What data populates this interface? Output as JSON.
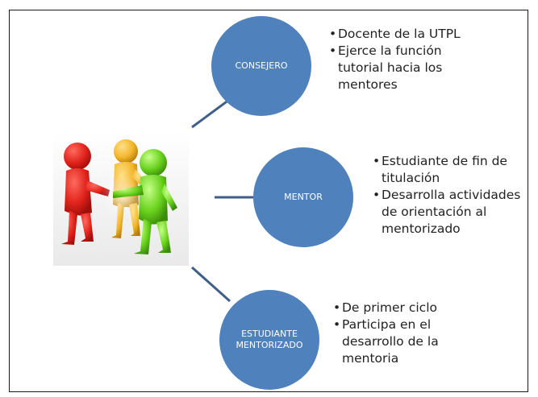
{
  "nodes": [
    {
      "label": "CONSEJERO",
      "bullets": [
        "Docente de la UTPL",
        "Ejerce la  función tutorial hacia los mentores"
      ]
    },
    {
      "label": "MENTOR",
      "bullets": [
        "Estudiante de fin de titulación",
        "Desarrolla actividades de orientación al mentorizado"
      ]
    },
    {
      "label": "ESTUDIANTE MENTORIZADO",
      "bullets": [
        "De primer ciclo",
        "Participa en el desarrollo de la mentoria"
      ]
    }
  ],
  "bullet_glyph": "•",
  "colors": {
    "node_fill": "#4f81bd",
    "connector": "#3f5e8a",
    "figure_red": "#e0231c",
    "figure_yellow": "#f2b62a",
    "figure_green": "#69d21c"
  },
  "icons": {
    "figure": "three-people-helping-figure"
  }
}
